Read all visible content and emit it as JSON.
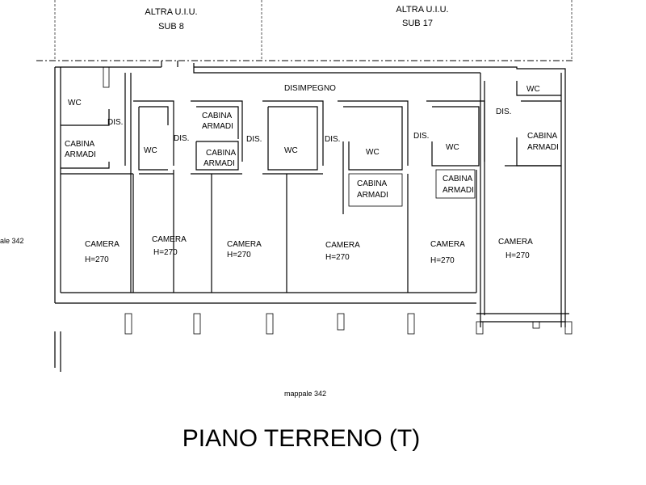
{
  "neighbors": {
    "left": {
      "line1": "ALTRA U.I.U.",
      "line2": "SUB 8"
    },
    "right": {
      "line1": "ALTRA U.I.U.",
      "line2": "SUB 17"
    }
  },
  "corridor": "DISIMPEGNO",
  "side_mappale": "ale 342",
  "bottom_mappale": "mappale 342",
  "title": "PIANO TERRENO (T)",
  "rooms": {
    "wc_left": "WC",
    "dis_left": "DIS.",
    "cabina_left": {
      "l1": "CABINA",
      "l2": "ARMADI"
    },
    "u2": {
      "wc": "WC",
      "dis": "DIS."
    },
    "u3": {
      "cab1": {
        "l1": "CABINA",
        "l2": "ARMADI"
      },
      "cab2": {
        "l1": "CABINA",
        "l2": "ARMADI"
      },
      "dis": "DIS."
    },
    "u4": {
      "wc": "WC"
    },
    "u5": {
      "dis": "DIS.",
      "wc": "WC",
      "cab": {
        "l1": "CABINA",
        "l2": "ARMADI"
      }
    },
    "u6": {
      "dis": "DIS.",
      "wc": "WC",
      "cab": {
        "l1": "CABINA",
        "l2": "ARMADI"
      }
    },
    "u7": {
      "wc": "WC",
      "dis": "DIS.",
      "cab": {
        "l1": "CABINA",
        "l2": "ARMADI"
      }
    },
    "camere": [
      {
        "name": "CAMERA",
        "h": "H=270"
      },
      {
        "name": "CAMERA",
        "h": "H=270"
      },
      {
        "name": "CAMERA",
        "h": "H=270"
      },
      {
        "name": "CAMERA",
        "h": "H=270"
      },
      {
        "name": "CAMERA",
        "h": "H=270"
      },
      {
        "name": "CAMERA",
        "h": "H=270"
      }
    ]
  }
}
